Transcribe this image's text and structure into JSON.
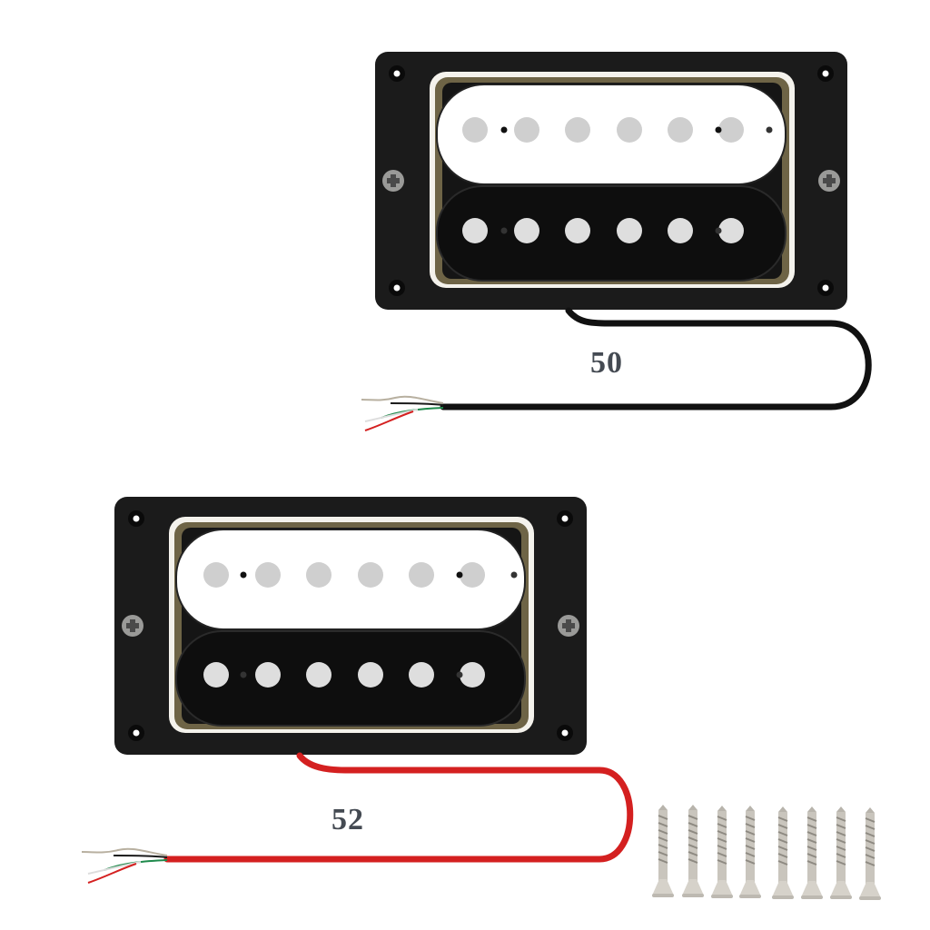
{
  "image": {
    "subject": "Humbucker guitar pickup set",
    "background": "#ffffff"
  },
  "pickups": [
    {
      "name": "neck-pickup",
      "label": "50",
      "frame_color": "#1a1a1a",
      "top_coil_color": "#ffffff",
      "bottom_coil_color": "#111111",
      "cable_color": "#111111",
      "pole_pieces": 6
    },
    {
      "name": "bridge-pickup",
      "label": "52",
      "frame_color": "#1a1a1a",
      "top_coil_color": "#ffffff",
      "bottom_coil_color": "#111111",
      "cable_color": "#d42020",
      "pole_pieces": 6
    }
  ],
  "lead_wires": [
    "#b8b0a0",
    "#1a1a1a",
    "#1f8a4c",
    "#ffffff",
    "#d42020"
  ],
  "screws": {
    "count": 8,
    "color": "#c8c4bc"
  }
}
